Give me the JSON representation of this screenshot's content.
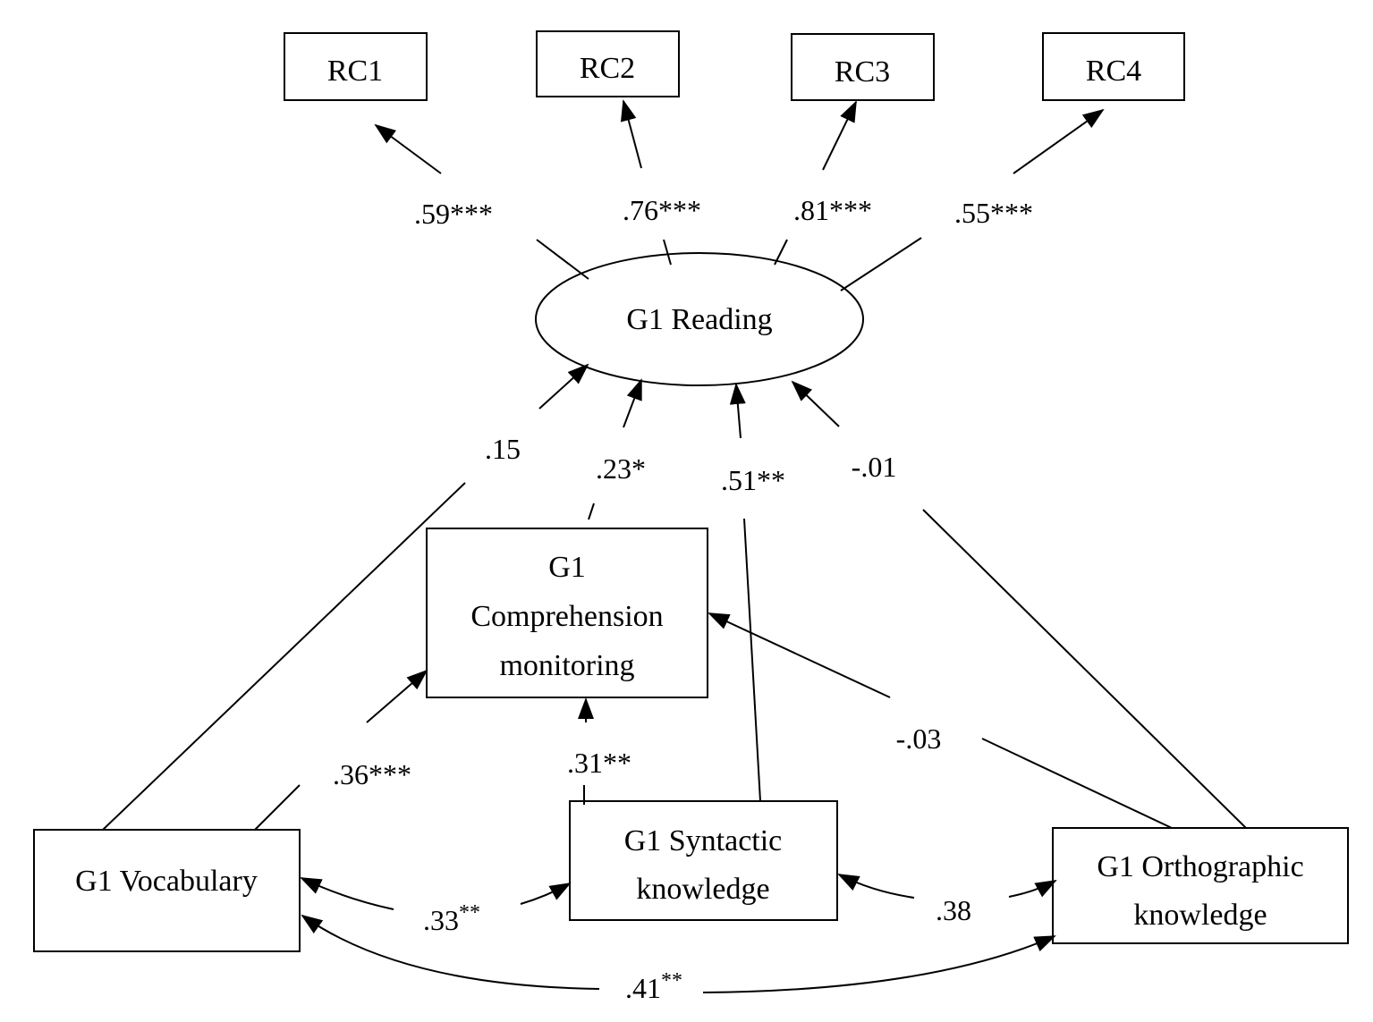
{
  "nodes": {
    "rc1": "RC1",
    "rc2": "RC2",
    "rc3": "RC3",
    "rc4": "RC4",
    "reading": "G1 Reading",
    "comprehension": [
      "G1",
      "Comprehension",
      "monitoring"
    ],
    "vocabulary": "G1 Vocabulary",
    "syntactic": [
      "G1 Syntactic",
      "knowledge"
    ],
    "orthographic": [
      "G1 Orthographic",
      "knowledge"
    ]
  },
  "loadings": {
    "rc1": {
      "value": ".59",
      "sig": "***"
    },
    "rc2": {
      "value": ".76",
      "sig": "***"
    },
    "rc3": {
      "value": ".81",
      "sig": "***"
    },
    "rc4": {
      "value": ".55",
      "sig": "***"
    }
  },
  "paths": {
    "vocab_reading": {
      "value": ".15",
      "sig": ""
    },
    "comp_reading": {
      "value": ".23",
      "sig": "*"
    },
    "synt_reading": {
      "value": ".51",
      "sig": "**"
    },
    "orth_reading": {
      "value": "-.01",
      "sig": ""
    },
    "vocab_comp": {
      "value": ".36",
      "sig": "***"
    },
    "synt_comp": {
      "value": ".31",
      "sig": "**"
    },
    "orth_comp": {
      "value": "-.03",
      "sig": ""
    }
  },
  "correlations": {
    "vocab_synt": {
      "value": ".33",
      "sig": "**"
    },
    "synt_orth": {
      "value": ".38",
      "sig": ""
    },
    "vocab_orth": {
      "value": ".41",
      "sig": "**"
    }
  }
}
